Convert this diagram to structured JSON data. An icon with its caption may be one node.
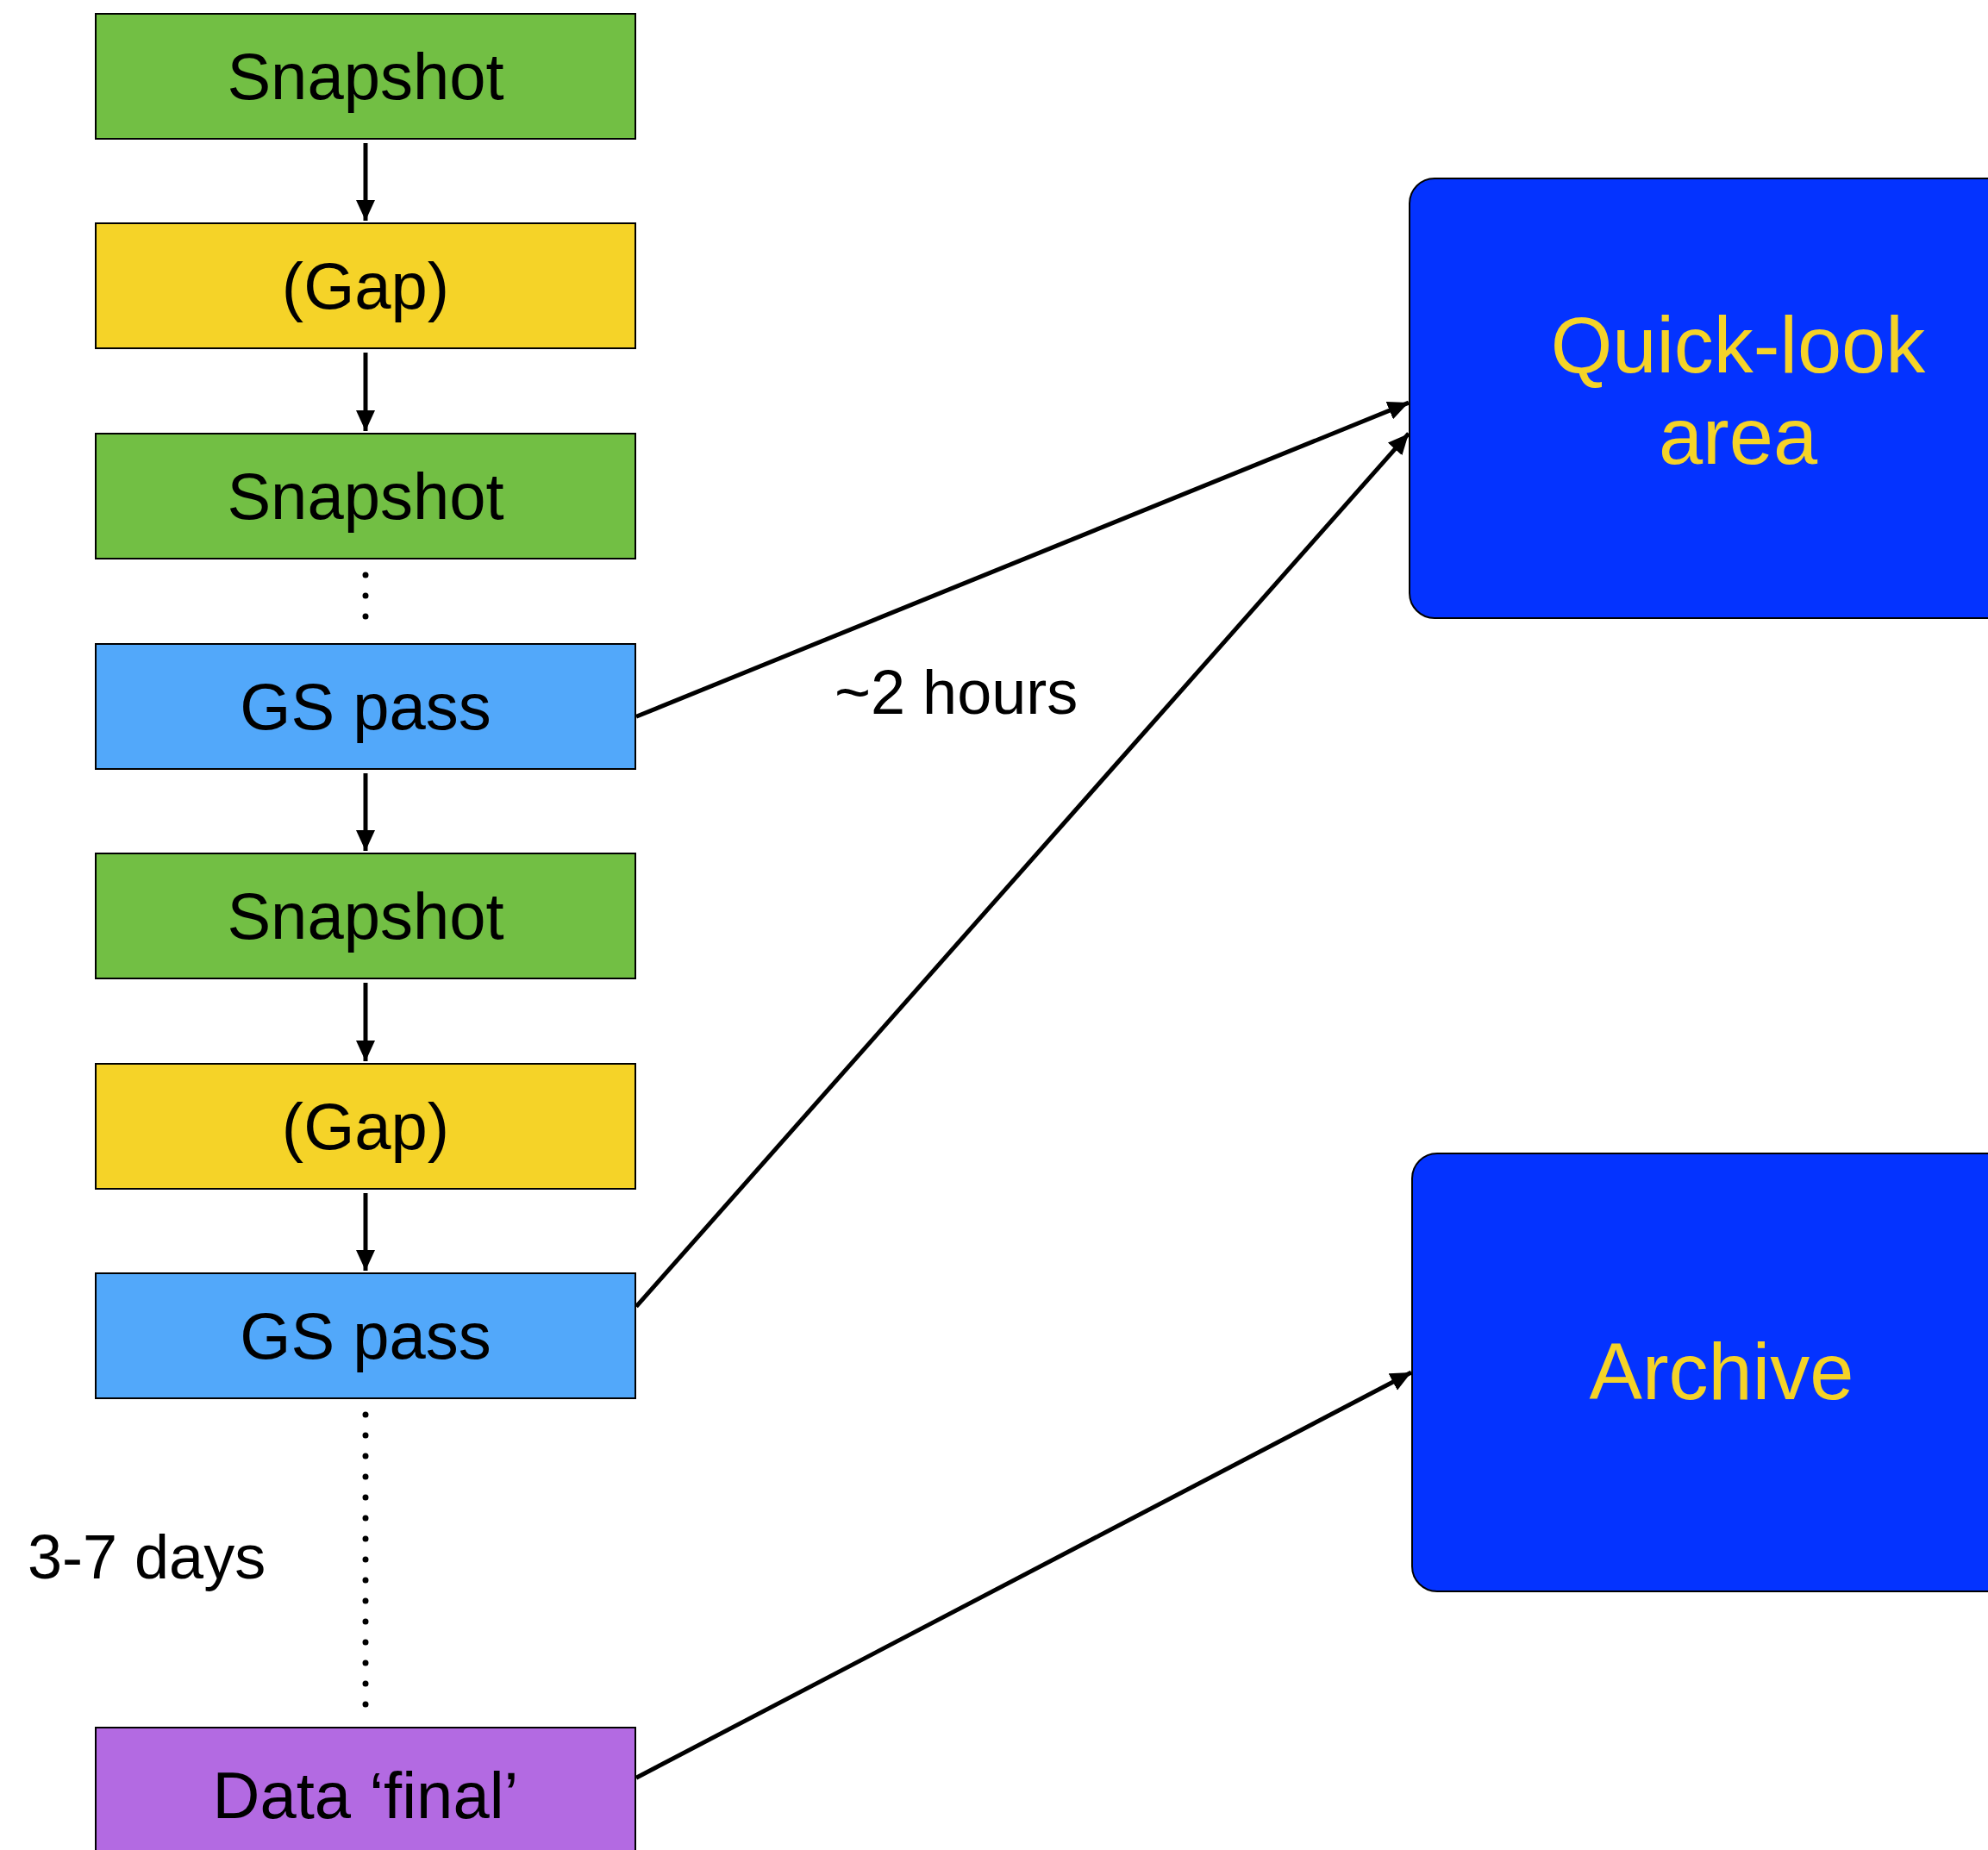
{
  "diagram": {
    "nodes": [
      {
        "text": [
          "Snapshot"
        ]
      },
      {
        "text": [
          "(Gap)"
        ]
      },
      {
        "text": [
          "Snapshot"
        ]
      },
      {
        "text": [
          "GS pass"
        ]
      },
      {
        "text": [
          "Snapshot"
        ]
      },
      {
        "text": [
          "(Gap)"
        ]
      },
      {
        "text": [
          "GS pass"
        ]
      },
      {
        "text": [
          "Data ‘final’"
        ]
      },
      {
        "text": [
          "Quick-look area"
        ]
      },
      {
        "text": [
          "Archive"
        ]
      }
    ],
    "edges": [
      {
        "from": 0,
        "to": 1,
        "arrow": "to"
      },
      {
        "from": 1,
        "to": 2,
        "arrow": "to"
      },
      {
        "from": 2,
        "to": 3,
        "arrow": "none",
        "style": "dashed"
      },
      {
        "from": 3,
        "to": 4,
        "arrow": "to"
      },
      {
        "from": 4,
        "to": 5,
        "arrow": "to"
      },
      {
        "from": 5,
        "to": 6,
        "arrow": "to"
      },
      {
        "from": 6,
        "to": 7,
        "arrow": "none",
        "style": "dashed",
        "label": "3-7 days"
      },
      {
        "from": 3,
        "to": 8,
        "arrow": "to"
      },
      {
        "from": 6,
        "to": 8,
        "arrow": "to"
      },
      {
        "from": 7,
        "to": 9,
        "arrow": "to"
      }
    ],
    "labels": [
      "~2 hours"
    ]
  }
}
